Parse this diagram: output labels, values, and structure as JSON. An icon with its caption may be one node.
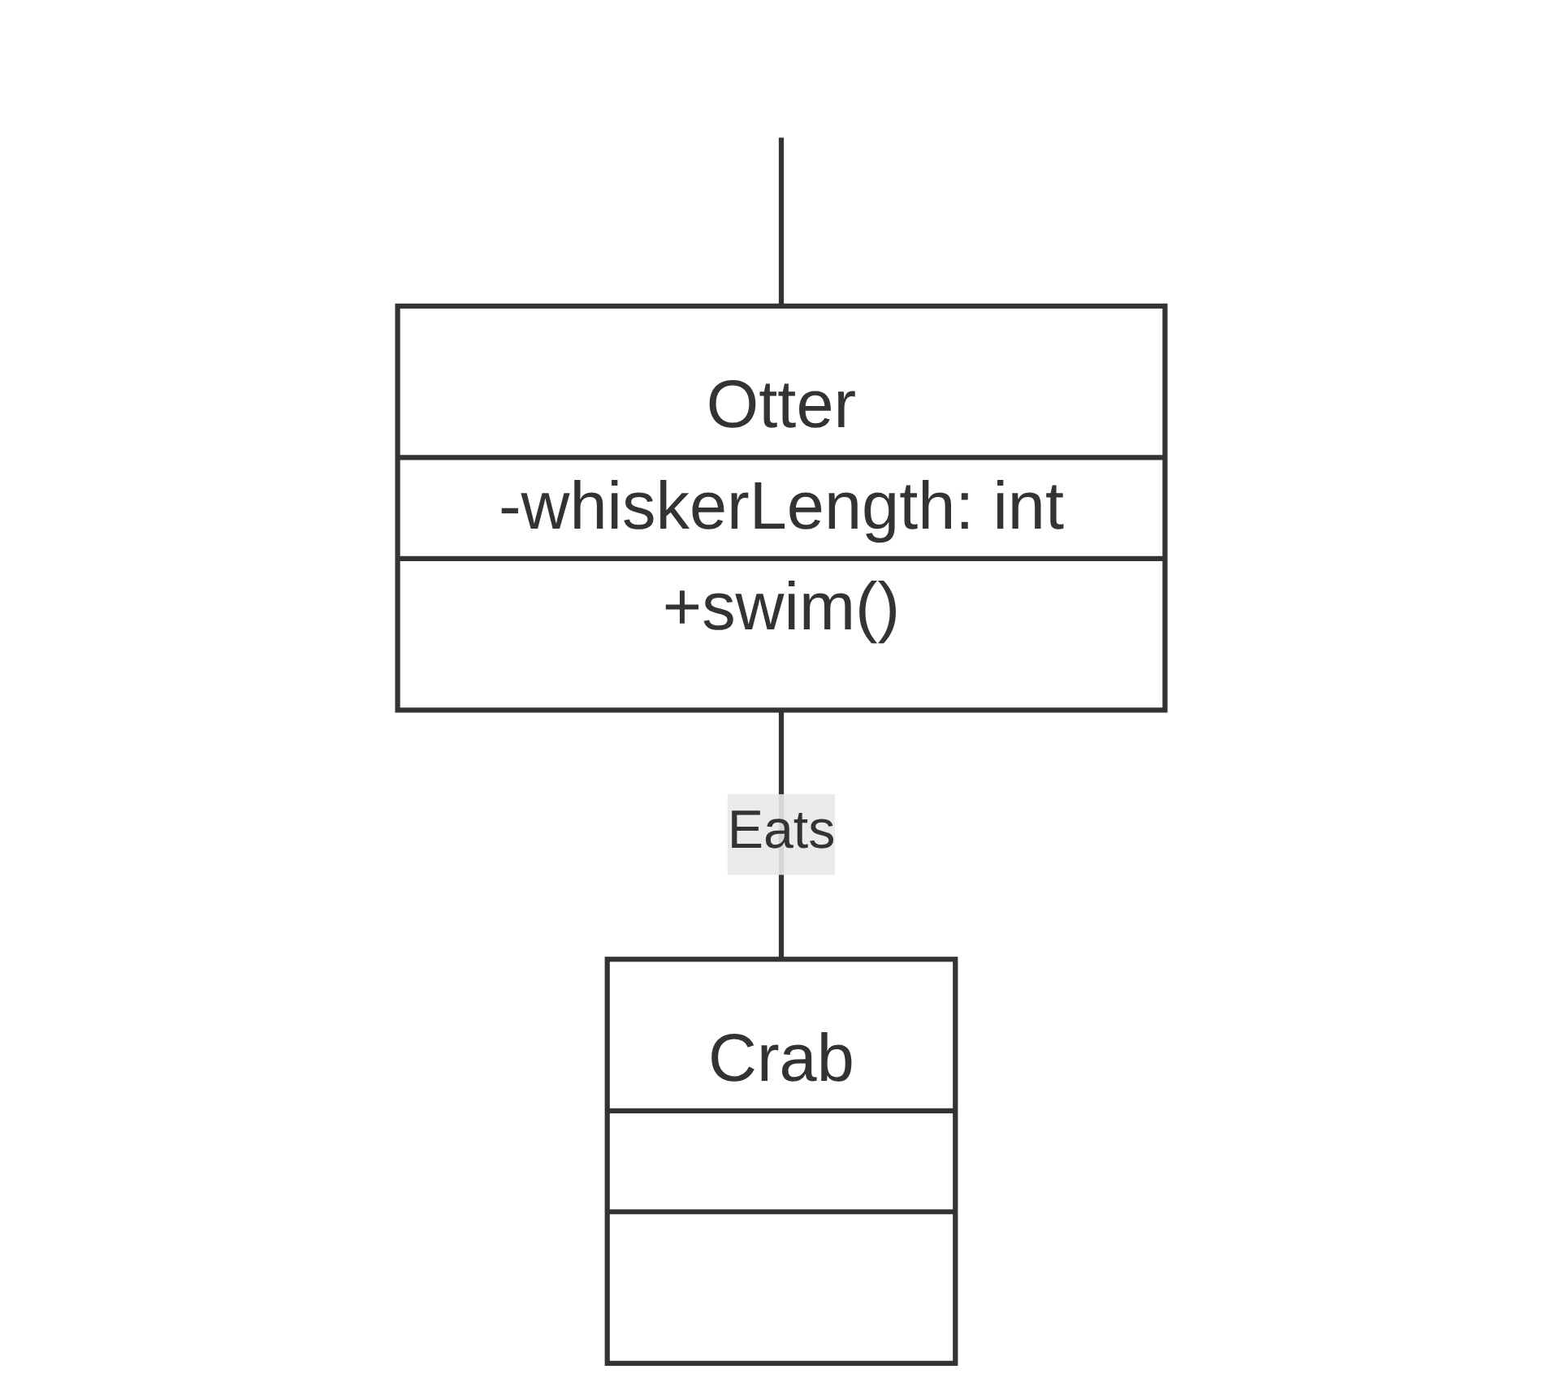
{
  "diagram": {
    "nodes": [
      {
        "text": [
          "Otter",
          "-whiskerLength: int",
          "+swim()"
        ]
      },
      {
        "text": [
          "Crab"
        ]
      }
    ],
    "edges": [
      {
        "from": null,
        "to": 0,
        "arrow": "none"
      },
      {
        "from": 0,
        "to": 1,
        "label": "Eats",
        "arrow": "none"
      }
    ]
  }
}
